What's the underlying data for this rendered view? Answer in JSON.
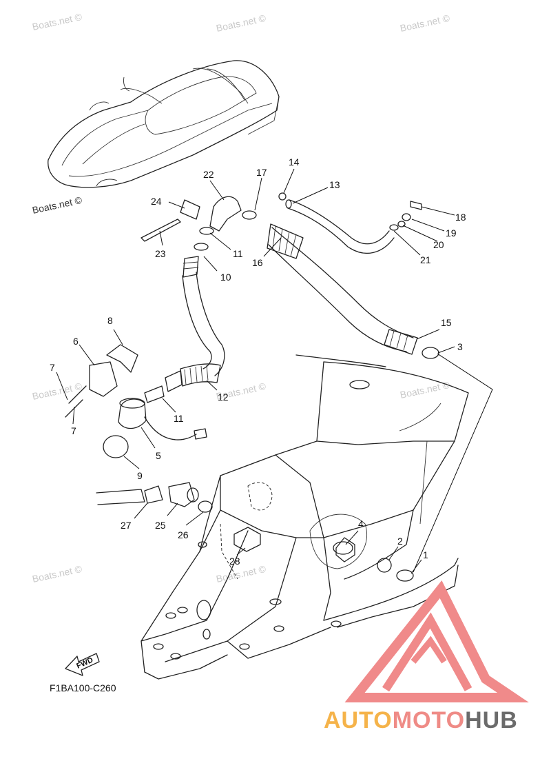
{
  "watermarks": [
    "Boats.net ©",
    "Boats.net ©",
    "Boats.net ©",
    "Boats.net ©",
    "Boats.net ©",
    "Boats.net ©",
    "Boats.net ©",
    "Boats.net ©",
    "Boats.net ©"
  ],
  "diagram_code": "F1BA100-C260",
  "fwd_label": "FWD",
  "logo": {
    "part1": "AUTO",
    "part2": "MOTO",
    "part3": "HUB",
    "colors": {
      "part1": "#f5b34a",
      "part2": "#ef8b86",
      "part3": "#6b6b6b",
      "triangle": "#f08a8a"
    }
  },
  "parts": [
    {
      "number": "1"
    },
    {
      "number": "2"
    },
    {
      "number": "3"
    },
    {
      "number": "4"
    },
    {
      "number": "5"
    },
    {
      "number": "6"
    },
    {
      "number": "7"
    },
    {
      "number": "7"
    },
    {
      "number": "8"
    },
    {
      "number": "9"
    },
    {
      "number": "10"
    },
    {
      "number": "11"
    },
    {
      "number": "11"
    },
    {
      "number": "12"
    },
    {
      "number": "13"
    },
    {
      "number": "14"
    },
    {
      "number": "15"
    },
    {
      "number": "16"
    },
    {
      "number": "17"
    },
    {
      "number": "18"
    },
    {
      "number": "19"
    },
    {
      "number": "20"
    },
    {
      "number": "21"
    },
    {
      "number": "22"
    },
    {
      "number": "23"
    },
    {
      "number": "24"
    },
    {
      "number": "25"
    },
    {
      "number": "26"
    },
    {
      "number": "27"
    },
    {
      "number": "28"
    }
  ]
}
